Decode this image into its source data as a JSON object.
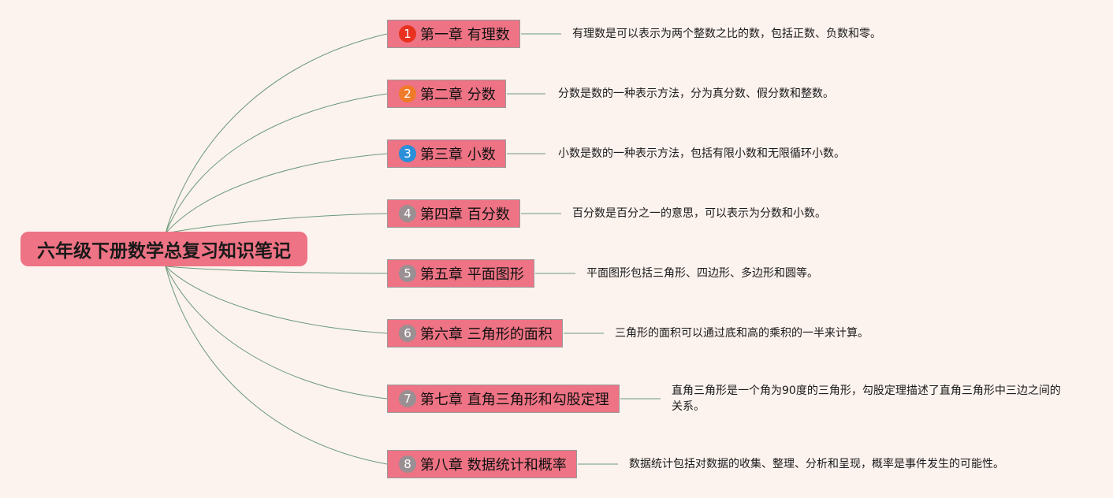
{
  "root": {
    "label": "六年级下册数学总复习知识笔记"
  },
  "chapters": [
    {
      "number": "1",
      "title": "第一章 有理数",
      "badge_color": "#e8321f",
      "description": "有理数是可以表示为两个整数之比的数，包括正数、负数和零。"
    },
    {
      "number": "2",
      "title": "第二章 分数",
      "badge_color": "#f07a2a",
      "description": "分数是数的一种表示方法，分为真分数、假分数和整数。"
    },
    {
      "number": "3",
      "title": "第三章 小数",
      "badge_color": "#2a8fd8",
      "description": "小数是数的一种表示方法，包括有限小数和无限循环小数。"
    },
    {
      "number": "4",
      "title": "第四章 百分数",
      "badge_color": "#9a8f92",
      "description": "百分数是百分之一的意思，可以表示为分数和小数。"
    },
    {
      "number": "5",
      "title": "第五章 平面图形",
      "badge_color": "#9a8f92",
      "description": "平面图形包括三角形、四边形、多边形和圆等。"
    },
    {
      "number": "6",
      "title": "第六章 三角形的面积",
      "badge_color": "#9a8f92",
      "description": "三角形的面积可以通过底和高的乘积的一半来计算。"
    },
    {
      "number": "7",
      "title": "第七章 直角三角形和勾股定理",
      "badge_color": "#9a8f92",
      "description": "直角三角形是一个角为90度的三角形，勾股定理描述了直角三角形中三边之间的关系。"
    },
    {
      "number": "8",
      "title": "第八章 数据统计和概率",
      "badge_color": "#9a8f92",
      "description": "数据统计包括对数据的收集、整理、分析和呈现，概率是事件发生的可能性。"
    }
  ],
  "colors": {
    "background": "#fcf2ee",
    "node_fill": "#ee7384",
    "connector": "#6a9a7a"
  }
}
